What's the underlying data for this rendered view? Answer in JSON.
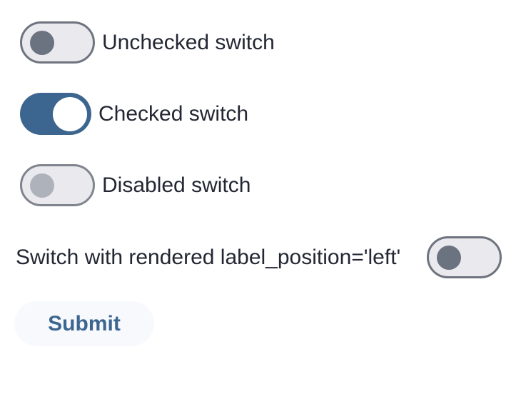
{
  "colors": {
    "page_bg": "#ffffff",
    "track_off_bg": "#e9e9ee",
    "track_off_border": "#6e737e",
    "track_disabled_border": "#7f848d",
    "track_on_bg": "#3c6690",
    "knob_off": "#6b7280",
    "knob_disabled": "#aeb2ba",
    "knob_on": "#ffffff",
    "label_text": "#232733",
    "button_bg": "#f8f9fd",
    "button_text": "#3c6690"
  },
  "switches": [
    {
      "label": "Unchecked switch",
      "checked": false,
      "disabled": false,
      "label_position": "right"
    },
    {
      "label": "Checked switch",
      "checked": true,
      "disabled": false,
      "label_position": "right"
    },
    {
      "label": "Disabled switch",
      "checked": false,
      "disabled": true,
      "label_position": "right"
    },
    {
      "label": "Switch with rendered label_position='left'",
      "checked": false,
      "disabled": false,
      "label_position": "left"
    }
  ],
  "submit_button": {
    "label": "Submit"
  }
}
